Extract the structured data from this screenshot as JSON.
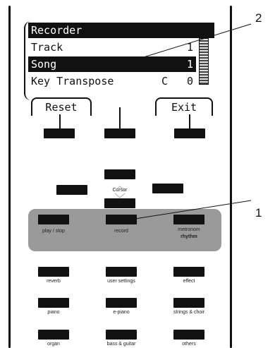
{
  "lcd": {
    "title": "Recorder",
    "rows": [
      {
        "label": "Track",
        "value": "1"
      },
      {
        "label": "Song",
        "value": "1"
      },
      {
        "label": "Key Transpose",
        "key": "C",
        "value": "0"
      }
    ],
    "softkeys": {
      "left": "Reset",
      "right": "Exit"
    }
  },
  "cursor_label": "Cursor",
  "buttons": {
    "play_stop": "play / stop",
    "record": "record",
    "metronome": "metronom",
    "rhythm": "rhythm",
    "reverb": "reverb",
    "user_settings": "user settings",
    "effect": "effect",
    "piano": "piano",
    "e_piano": "e-piano",
    "strings_choir": "strings & choir",
    "organ": "organ",
    "bass_guitar": "bass & guitar",
    "others": "others"
  },
  "callouts": {
    "top": "2",
    "bottom": "1"
  }
}
